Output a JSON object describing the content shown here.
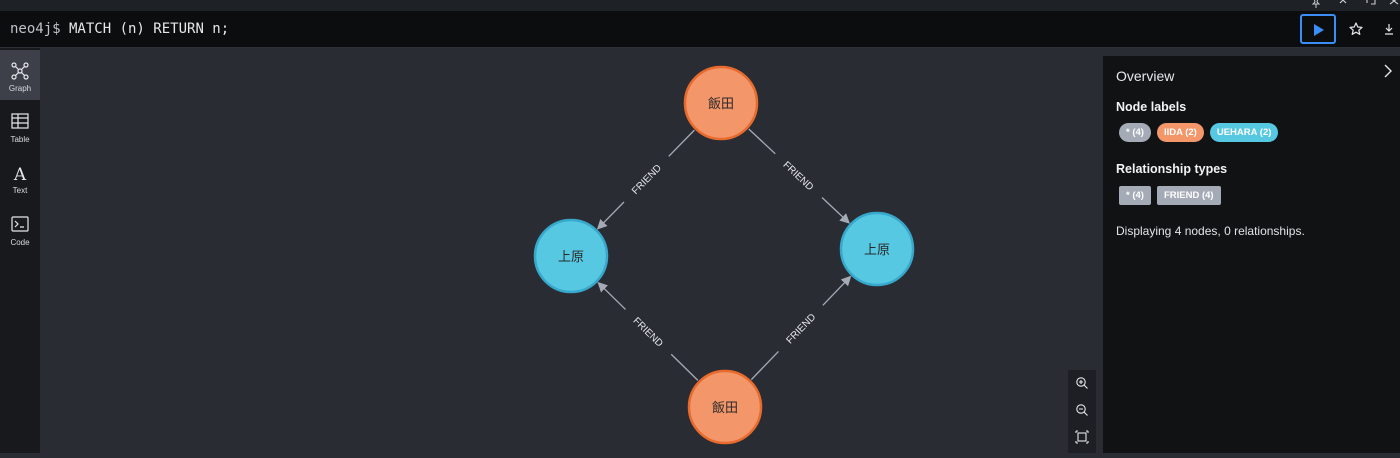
{
  "window_controls": [
    "pin-icon",
    "close-icon",
    "expand-icon",
    "minimize-icon"
  ],
  "editor": {
    "prompt": "neo4j$",
    "query": " MATCH (n) RETURN n;",
    "run_icon": "play-icon",
    "favorite_icon": "star-icon",
    "download_icon": "download-icon"
  },
  "sidebar": {
    "items": [
      {
        "label": "Graph",
        "icon": "graph-icon",
        "active": true
      },
      {
        "label": "Table",
        "icon": "table-icon",
        "active": false
      },
      {
        "label": "Text",
        "icon": "text-icon",
        "active": false
      },
      {
        "label": "Code",
        "icon": "code-icon",
        "active": false
      }
    ]
  },
  "graph": {
    "nodes": [
      {
        "id": "n1",
        "label": "飯田",
        "type": "IIDA"
      },
      {
        "id": "n2",
        "label": "上原",
        "type": "UEHARA"
      },
      {
        "id": "n3",
        "label": "上原",
        "type": "UEHARA"
      },
      {
        "id": "n4",
        "label": "飯田",
        "type": "IIDA"
      }
    ],
    "relationships": [
      {
        "from": "n1",
        "to": "n2",
        "type": "FRIEND"
      },
      {
        "from": "n1",
        "to": "n3",
        "type": "FRIEND"
      },
      {
        "from": "n4",
        "to": "n2",
        "type": "FRIEND"
      },
      {
        "from": "n4",
        "to": "n3",
        "type": "FRIEND"
      }
    ],
    "colors": {
      "IIDA": {
        "fill": "#f3966a",
        "stroke": "#e86b2d"
      },
      "UEHARA": {
        "fill": "#57c8e2",
        "stroke": "#37a8cb"
      },
      "edge": "#a5abb6"
    }
  },
  "zoom_controls": [
    "zoom-in-icon",
    "zoom-out-icon",
    "fit-icon"
  ],
  "overview": {
    "title": "Overview",
    "node_labels_heading": "Node labels",
    "node_labels": [
      {
        "text": "* (4)",
        "color": "#a5abb6"
      },
      {
        "text": "IIDA (2)",
        "color": "#f3966a"
      },
      {
        "text": "UEHARA (2)",
        "color": "#57c8e2"
      }
    ],
    "rel_types_heading": "Relationship types",
    "rel_types": [
      {
        "text": "* (4)",
        "color": "#a5abb6"
      },
      {
        "text": "FRIEND (4)",
        "color": "#a5abb6"
      }
    ],
    "status": "Displaying 4 nodes, 0 relationships."
  }
}
